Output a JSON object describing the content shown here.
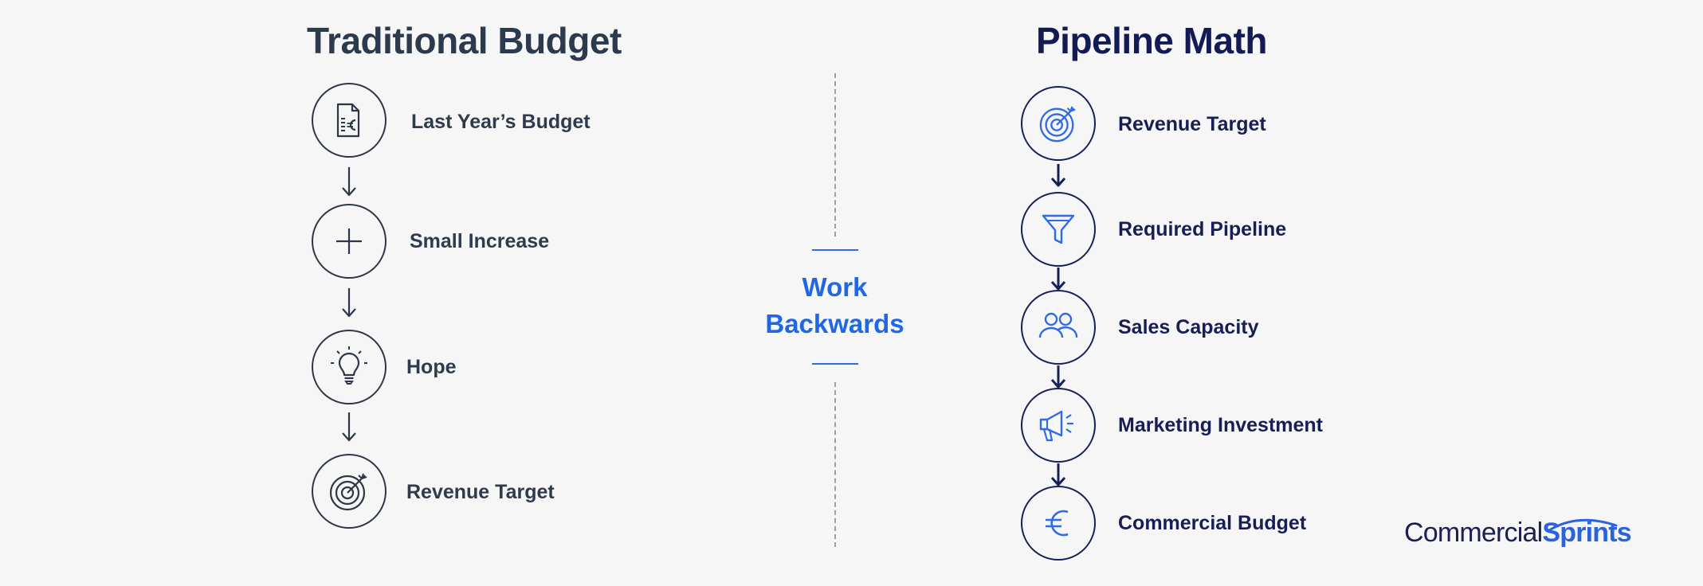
{
  "left": {
    "title": "Traditional Budget",
    "steps": [
      {
        "label": "Last Year’s Budget",
        "icon": "document-euro-icon"
      },
      {
        "label": "Small Increase",
        "icon": "plus-icon"
      },
      {
        "label": "Hope",
        "icon": "lightbulb-icon"
      },
      {
        "label": "Revenue Target",
        "icon": "target-icon"
      }
    ]
  },
  "divider": {
    "line1": "Work",
    "line2": "Backwards",
    "accent": "#1f67e4"
  },
  "right": {
    "title": "Pipeline Math",
    "steps": [
      {
        "label": "Revenue Target",
        "icon": "target-icon"
      },
      {
        "label": "Required Pipeline",
        "icon": "funnel-icon"
      },
      {
        "label": "Sales Capacity",
        "icon": "people-icon"
      },
      {
        "label": "Marketing Investment",
        "icon": "megaphone-icon"
      },
      {
        "label": "Commercial Budget",
        "icon": "euro-icon"
      }
    ]
  },
  "logo": {
    "part1": "Commercial",
    "part2": "Sprints"
  },
  "colors": {
    "background": "#f6f6f7",
    "left_ink": "#2c3a4d",
    "right_ink": "#131b55",
    "accent_blue": "#2a63dc"
  }
}
